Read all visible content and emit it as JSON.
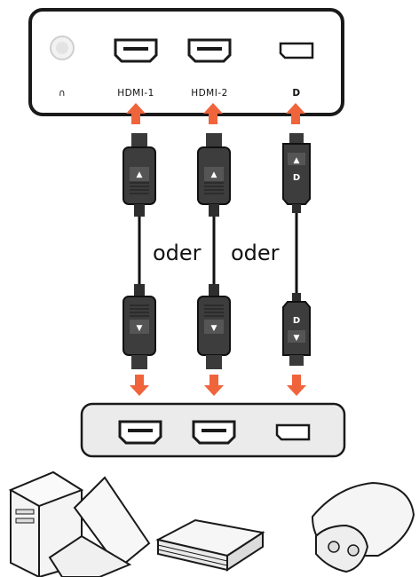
{
  "monitor_panel": {
    "ports": [
      {
        "label": "∩",
        "icon": "headphone-jack-icon"
      },
      {
        "label": "HDMI-1",
        "icon": "hdmi-port-icon"
      },
      {
        "label": "HDMI-2",
        "icon": "hdmi-port-icon"
      },
      {
        "label": "D",
        "icon": "displayport-logo-icon"
      }
    ]
  },
  "cables": [
    {
      "type": "hdmi",
      "top_mark": "▲",
      "bottom_mark": "▼"
    },
    {
      "type": "hdmi",
      "top_mark": "▲",
      "bottom_mark": "▼"
    },
    {
      "type": "displayport",
      "top_mark": "▲",
      "top_logo": "D",
      "bottom_logo": "D",
      "bottom_mark": "▼"
    }
  ],
  "separators": [
    "oder",
    "oder"
  ],
  "colors": {
    "arrow": "#f0643c",
    "panel_fill": "#ebebeb",
    "stroke": "#1a1a1a",
    "plug": "#3a3a3a"
  }
}
